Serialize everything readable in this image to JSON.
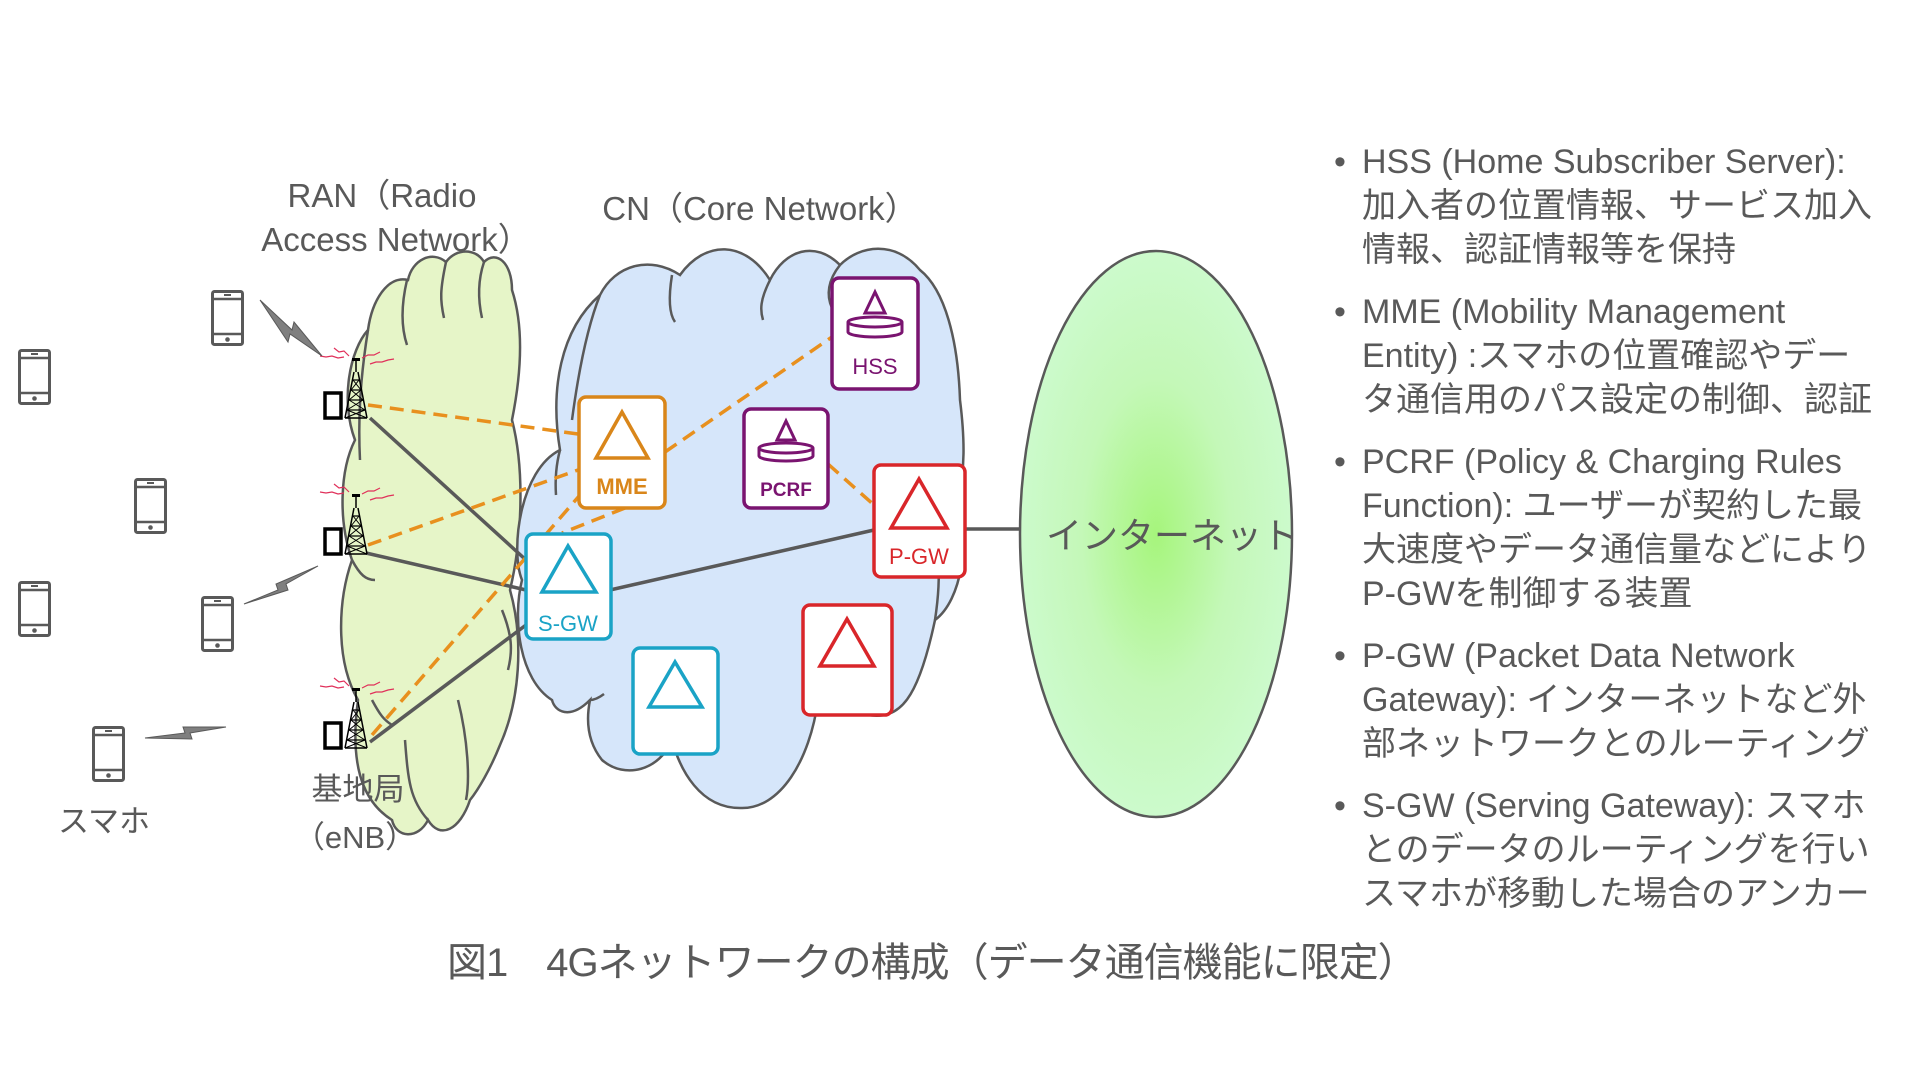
{
  "labels": {
    "ran_line1": "RAN（Radio",
    "ran_line2": "Access Network）",
    "cn": "CN（Core Network）",
    "smartphone": "スマホ",
    "base_station_line1": "基地局",
    "base_station_line2": "（eNB）",
    "internet": "インターネット"
  },
  "nodes": {
    "mme": {
      "label": "MME",
      "color": "#D9861A"
    },
    "hss": {
      "label": "HSS",
      "color": "#7A1470"
    },
    "pcrf": {
      "label": "PCRF",
      "color": "#7A1470"
    },
    "pgw": {
      "label": "P-GW",
      "color": "#D9262A"
    },
    "sgw": {
      "label": "S-GW",
      "color": "#1AA3C6"
    },
    "sgw_spare": {
      "label": "",
      "color": "#1AA3C6"
    },
    "pgw_spare": {
      "label": "",
      "color": "#D9262A"
    }
  },
  "colors": {
    "ran_cloud": "#E6F5C8",
    "cn_cloud": "#D6E6FA",
    "internet_center": "#A6F57C",
    "internet_edge": "#C8FAC8",
    "control_link": "#E8901E",
    "data_link": "#595959",
    "radio_wave": "#E0305A"
  },
  "descriptions": [
    {
      "lines": [
        "HSS (Home Subscriber Server):",
        "加入者の位置情報、サービス加入",
        "情報、認証情報等を保持"
      ]
    },
    {
      "lines": [
        "MME (Mobility Management",
        "Entity) :スマホの位置確認やデー",
        "タ通信用のパス設定の制御、認証"
      ]
    },
    {
      "lines": [
        "PCRF (Policy & Charging Rules",
        "Function): ユーザーが契約した最",
        "大速度やデータ通信量などにより",
        "P-GWを制御する装置"
      ]
    },
    {
      "lines": [
        "P-GW (Packet Data Network",
        "Gateway): インターネットなど外",
        "部ネットワークとのルーティング"
      ]
    },
    {
      "lines": [
        "S-GW (Serving Gateway): スマホ",
        "とのデータのルーティングを行い",
        "スマホが移動した場合のアンカー"
      ]
    }
  ],
  "bullet": "•",
  "caption": "図1　4Gネットワークの構成（データ通信機能に限定）"
}
